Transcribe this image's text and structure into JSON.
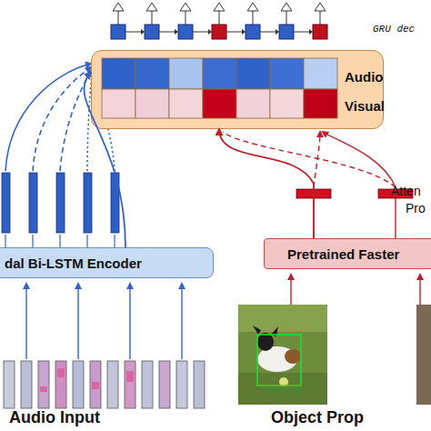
{
  "diagram": {
    "nodes": [
      {
        "text": [
          "Audio",
          "Visual"
        ]
      },
      {
        "text": [
          "dal Bi-LSTM Encoder"
        ]
      },
      {
        "text": [
          "Pretrained Faster"
        ]
      }
    ],
    "edges": [
      {
        "from": 1,
        "to": 0,
        "arrow": "to"
      },
      {
        "from": 2,
        "to": 0,
        "arrow": "to"
      }
    ],
    "labels": [
      "GRU dec",
      "Atten",
      "Pro",
      "Audio Input",
      "Object Prop"
    ]
  }
}
